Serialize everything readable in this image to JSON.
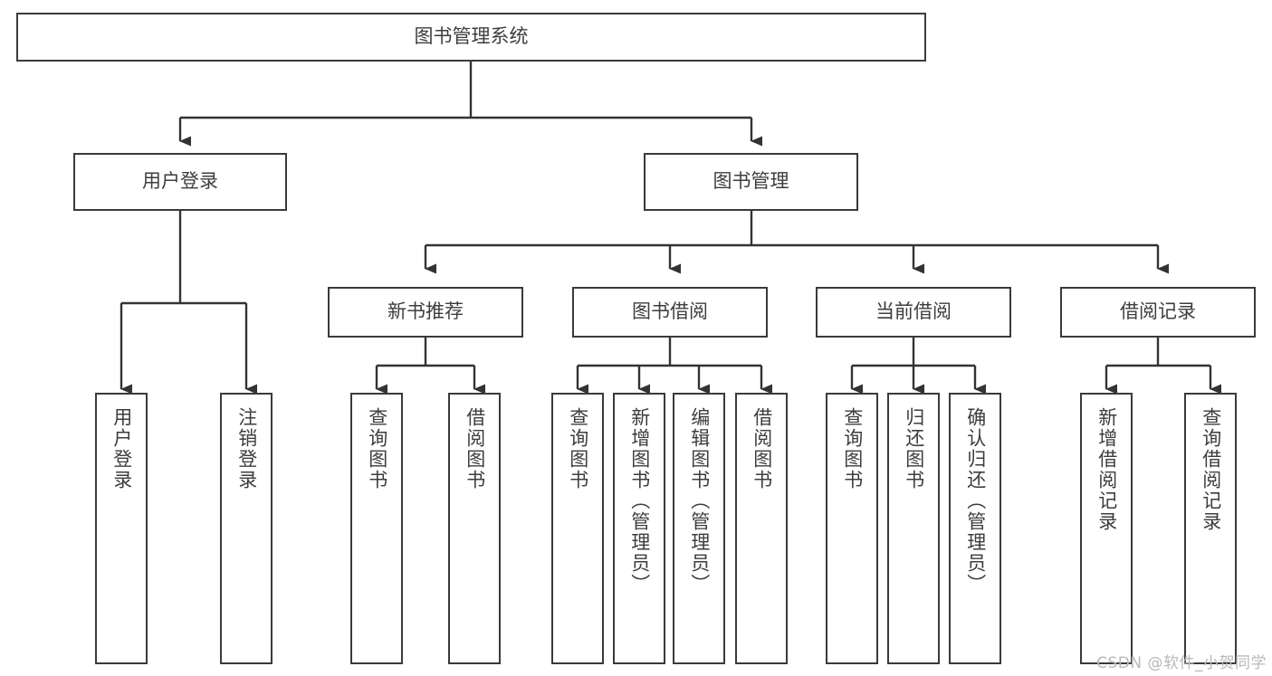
{
  "diagram": {
    "title": "图书管理系统",
    "type": "hierarchy-tree",
    "levels": 4,
    "root": {
      "label": "图书管理系统"
    },
    "level2": [
      {
        "label": "用户登录"
      },
      {
        "label": "图书管理"
      }
    ],
    "level3": [
      {
        "label": "新书推荐",
        "parent": "图书管理"
      },
      {
        "label": "图书借阅",
        "parent": "图书管理"
      },
      {
        "label": "当前借阅",
        "parent": "图书管理"
      },
      {
        "label": "借阅记录",
        "parent": "图书管理"
      }
    ],
    "leaves": [
      {
        "label": "用户登录",
        "parent": "用户登录"
      },
      {
        "label": "注销登录",
        "parent": "用户登录"
      },
      {
        "label": "查询图书",
        "parent": "新书推荐"
      },
      {
        "label": "借阅图书",
        "parent": "新书推荐"
      },
      {
        "label": "查询图书",
        "parent": "图书借阅"
      },
      {
        "label": "新增图书（管理员）",
        "parent": "图书借阅"
      },
      {
        "label": "编辑图书（管理员）",
        "parent": "图书借阅"
      },
      {
        "label": "借阅图书",
        "parent": "图书借阅"
      },
      {
        "label": "查询图书",
        "parent": "当前借阅"
      },
      {
        "label": "归还图书",
        "parent": "当前借阅"
      },
      {
        "label": "确认归还（管理员）",
        "parent": "当前借阅"
      },
      {
        "label": "新增借阅记录",
        "parent": "借阅记录"
      },
      {
        "label": "查询借阅记录",
        "parent": "借阅记录"
      }
    ]
  },
  "watermark": {
    "text": "CSDN @软件_小贺同学"
  },
  "colors": {
    "box_border": "#3a3a3a",
    "box_fill": "#ffffff",
    "text": "#3d3d3d",
    "connector": "#333333",
    "watermark": "#b8b8b8"
  }
}
